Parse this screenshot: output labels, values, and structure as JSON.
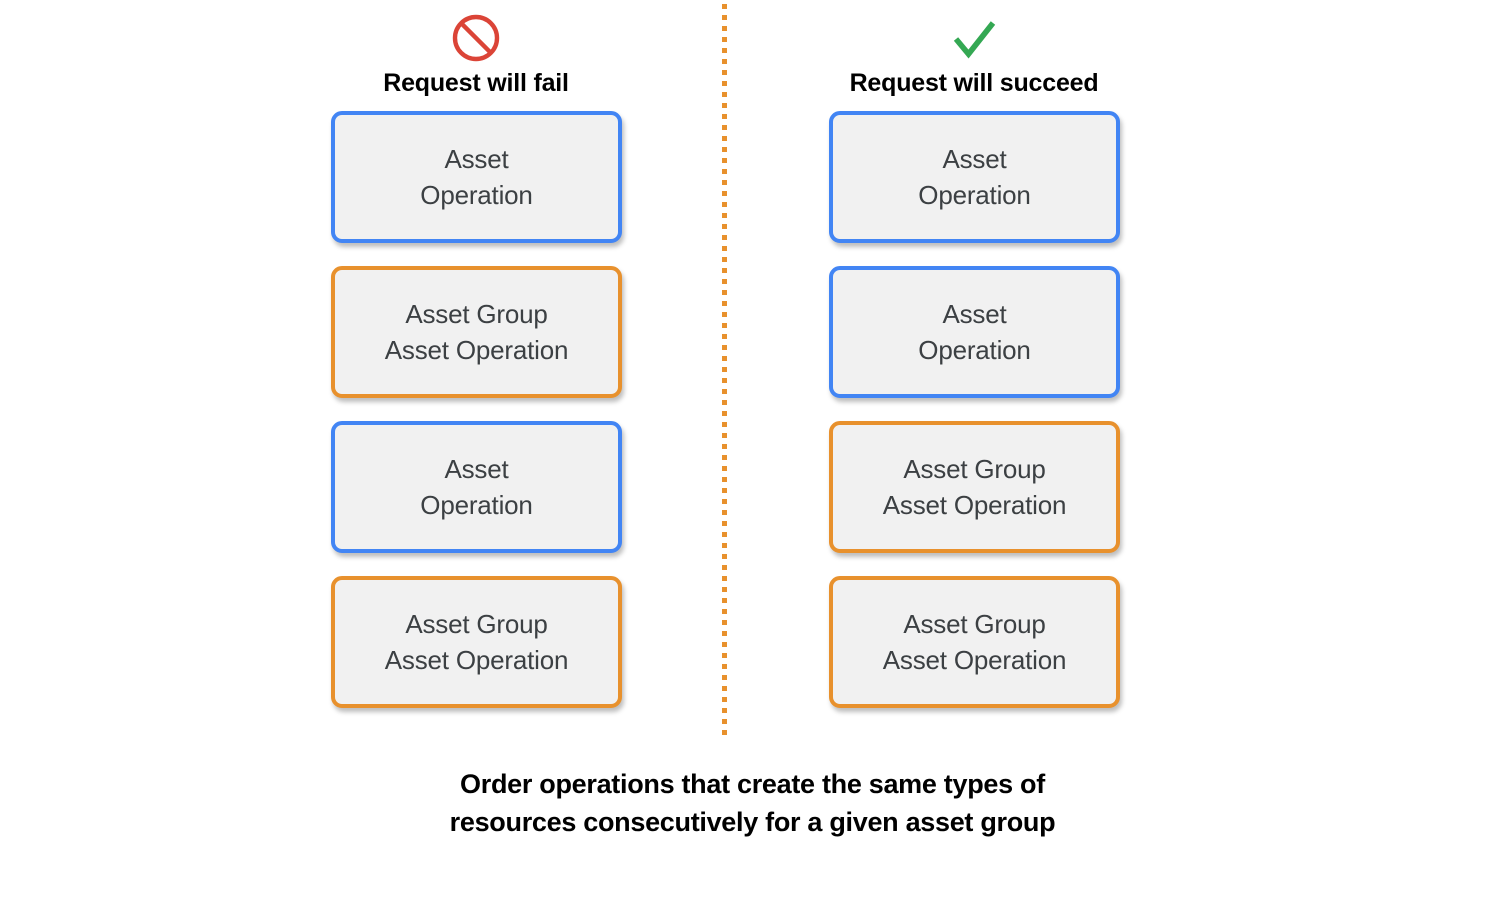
{
  "colors": {
    "blue": "#4285F4",
    "orange": "#E8912D",
    "fill": "#F1F1F1",
    "text": "#3C4043",
    "fail_red": "#DB4437",
    "success_green": "#34A853",
    "background": "#FFFFFF",
    "divider": "#E8912D"
  },
  "columns": [
    {
      "id": "fail",
      "icon": "prohibited-icon",
      "title": "Request will fail",
      "boxes": [
        {
          "variant": "blue",
          "label": "Asset\nOperation"
        },
        {
          "variant": "orange",
          "label": "Asset Group\nAsset Operation"
        },
        {
          "variant": "blue",
          "label": "Asset\nOperation"
        },
        {
          "variant": "orange",
          "label": "Asset Group\nAsset Operation"
        }
      ]
    },
    {
      "id": "succeed",
      "icon": "checkmark-icon",
      "title": "Request will succeed",
      "boxes": [
        {
          "variant": "blue",
          "label": "Asset\nOperation"
        },
        {
          "variant": "blue",
          "label": "Asset\nOperation"
        },
        {
          "variant": "orange",
          "label": "Asset Group\nAsset Operation"
        },
        {
          "variant": "orange",
          "label": "Asset Group\nAsset Operation"
        }
      ]
    }
  ],
  "caption": "Order operations that create the same types of\nresources consecutively for a given asset group"
}
